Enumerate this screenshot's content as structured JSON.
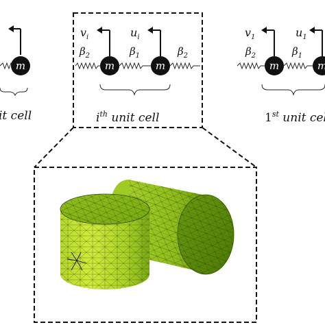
{
  "diagram": {
    "left_cell": {
      "caption": "it cell",
      "mass": "m"
    },
    "middle_cell": {
      "caption_base": "i",
      "caption_sup": "th",
      "caption_rest": " unit cell",
      "left_mass": {
        "label": "m",
        "disp": "v",
        "disp_sub": "i"
      },
      "right_mass": {
        "label": "m",
        "disp": "u",
        "disp_sub": "i"
      },
      "springs": [
        {
          "sym": "β",
          "sub": "2"
        },
        {
          "sym": "β",
          "sub": "1"
        },
        {
          "sym": "β",
          "sub": "2"
        }
      ]
    },
    "right_cell": {
      "caption_base": "1",
      "caption_sup": "st",
      "caption_rest": " unit cel",
      "left_mass": {
        "label": "m",
        "disp": "v",
        "disp_sub": "1"
      },
      "right_mass": {
        "label": "m",
        "disp": "u",
        "disp_sub": "1"
      },
      "springs": [
        {
          "sym": "β",
          "sub": "2"
        },
        {
          "sym": "β",
          "sub": "1"
        }
      ]
    },
    "colors": {
      "mass": "#111111",
      "mesh_light": "#c9e63a",
      "mesh_mid": "#9fca22",
      "mesh_dark": "#5f8e0c",
      "mesh_line": "#2e4a06",
      "frame": "#111111"
    }
  }
}
